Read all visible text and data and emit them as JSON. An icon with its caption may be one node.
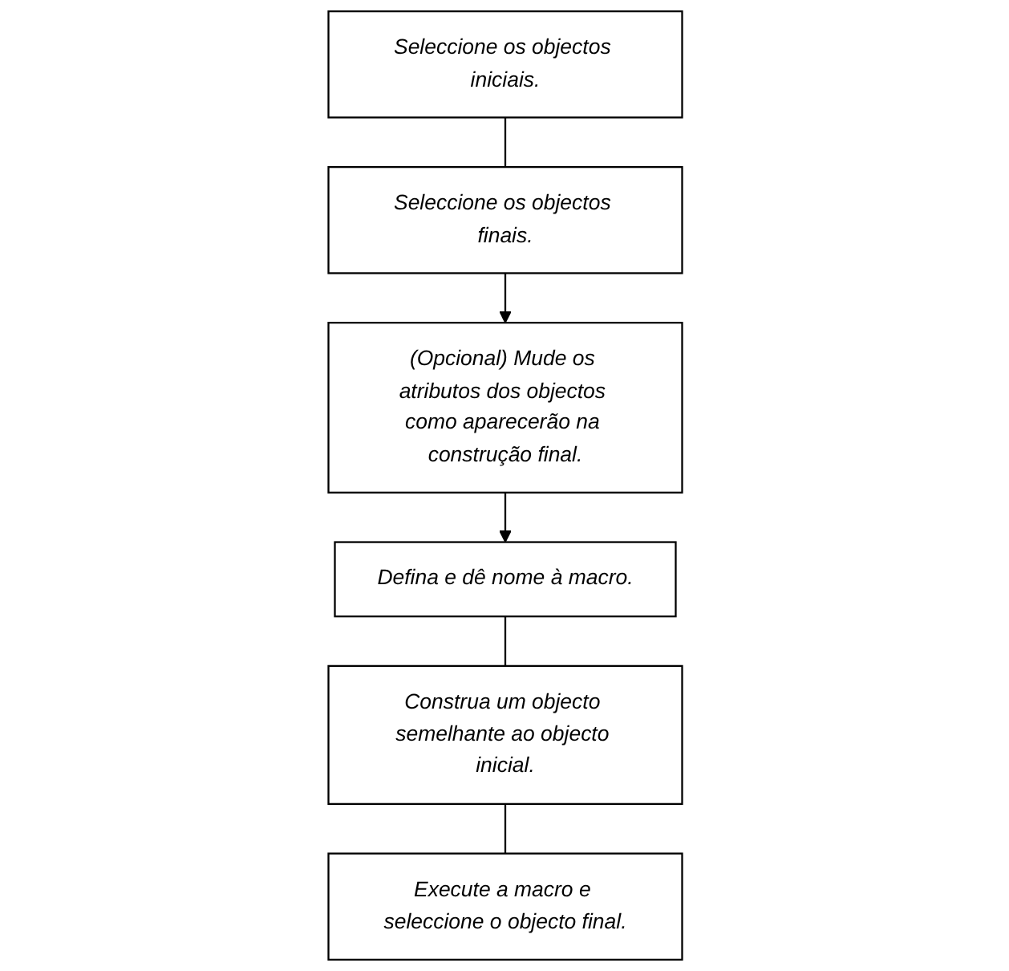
{
  "diagram": {
    "nodes": [
      {
        "text": [
          "Seleccione os objectos iniciais."
        ]
      },
      {
        "text": [
          "Seleccione os objectos finais."
        ]
      },
      {
        "text": [
          "(Opcional) Mude os atributos dos objectos como aparecerão na construção final."
        ]
      },
      {
        "text": [
          "Defina e dê nome à macro."
        ]
      },
      {
        "text": [
          "Construa um objecto semelhante ao objecto inicial."
        ]
      },
      {
        "text": [
          "Execute a macro e seleccione o objecto final."
        ]
      }
    ],
    "edges": [
      {
        "from": 0,
        "to": 1,
        "arrow": "none"
      },
      {
        "from": 1,
        "to": 2,
        "arrow": "to"
      },
      {
        "from": 2,
        "to": 3,
        "arrow": "to"
      },
      {
        "from": 3,
        "to": 4,
        "arrow": "none"
      },
      {
        "from": 4,
        "to": 5,
        "arrow": "none"
      }
    ]
  }
}
